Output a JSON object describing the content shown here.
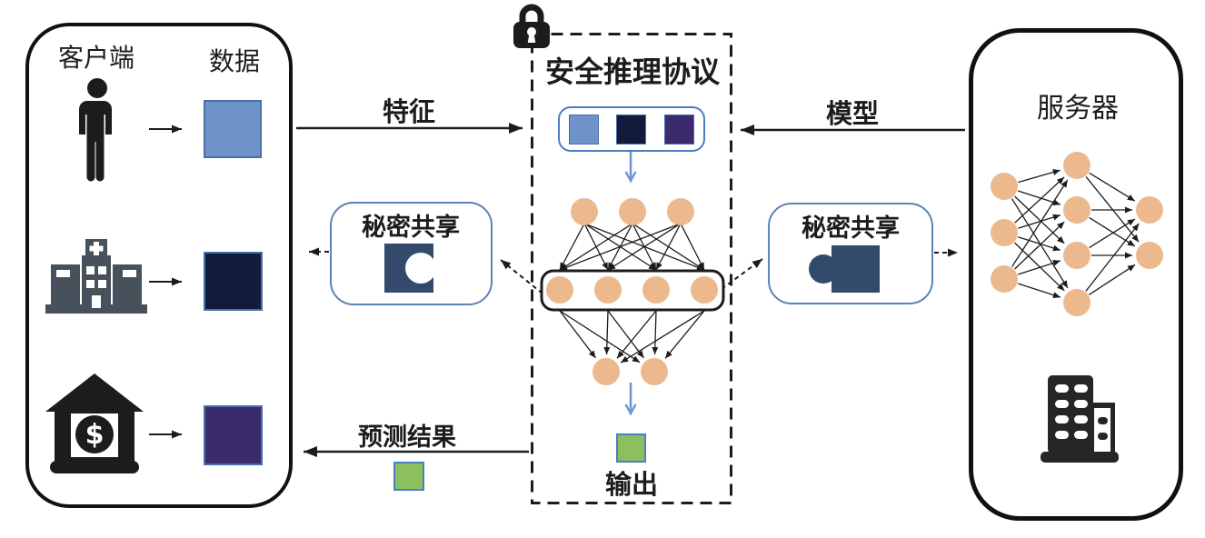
{
  "left_panel": {
    "client_header": "客户端",
    "data_header": "数据",
    "rows": [
      {
        "icon": "person-icon",
        "square": "client-blue"
      },
      {
        "icon": "hospital-icon",
        "square": "hospital-navy"
      },
      {
        "icon": "bank-icon",
        "square": "bank-purple"
      }
    ]
  },
  "protocol": {
    "title": "安全推理协议",
    "output_label": "输出",
    "lock_icon": "lock-icon",
    "share_squares": [
      "client-blue",
      "hospital-navy",
      "bank-purple"
    ]
  },
  "flow_labels": {
    "feature": "特征",
    "model": "模型",
    "prediction": "预测结果"
  },
  "secret_share": {
    "left_label": "秘密共享",
    "right_label": "秘密共享",
    "left_icon": "puzzle-notch-icon",
    "right_icon": "puzzle-tab-icon"
  },
  "server_panel": {
    "title": "服务器",
    "icon": "building-icon"
  },
  "colors": {
    "client_data_blue": "#6d93c8",
    "hospital_data_navy": "#131b3d",
    "bank_data_purple": "#3b2a6e",
    "output_green": "#8cc05f",
    "neuron_orange": "#ecb98f",
    "share_box_border": "#5b83b5",
    "puzzle_navy": "#344a6d",
    "line_black": "#1c1c1c",
    "blue_arrow": "#7096d8"
  }
}
